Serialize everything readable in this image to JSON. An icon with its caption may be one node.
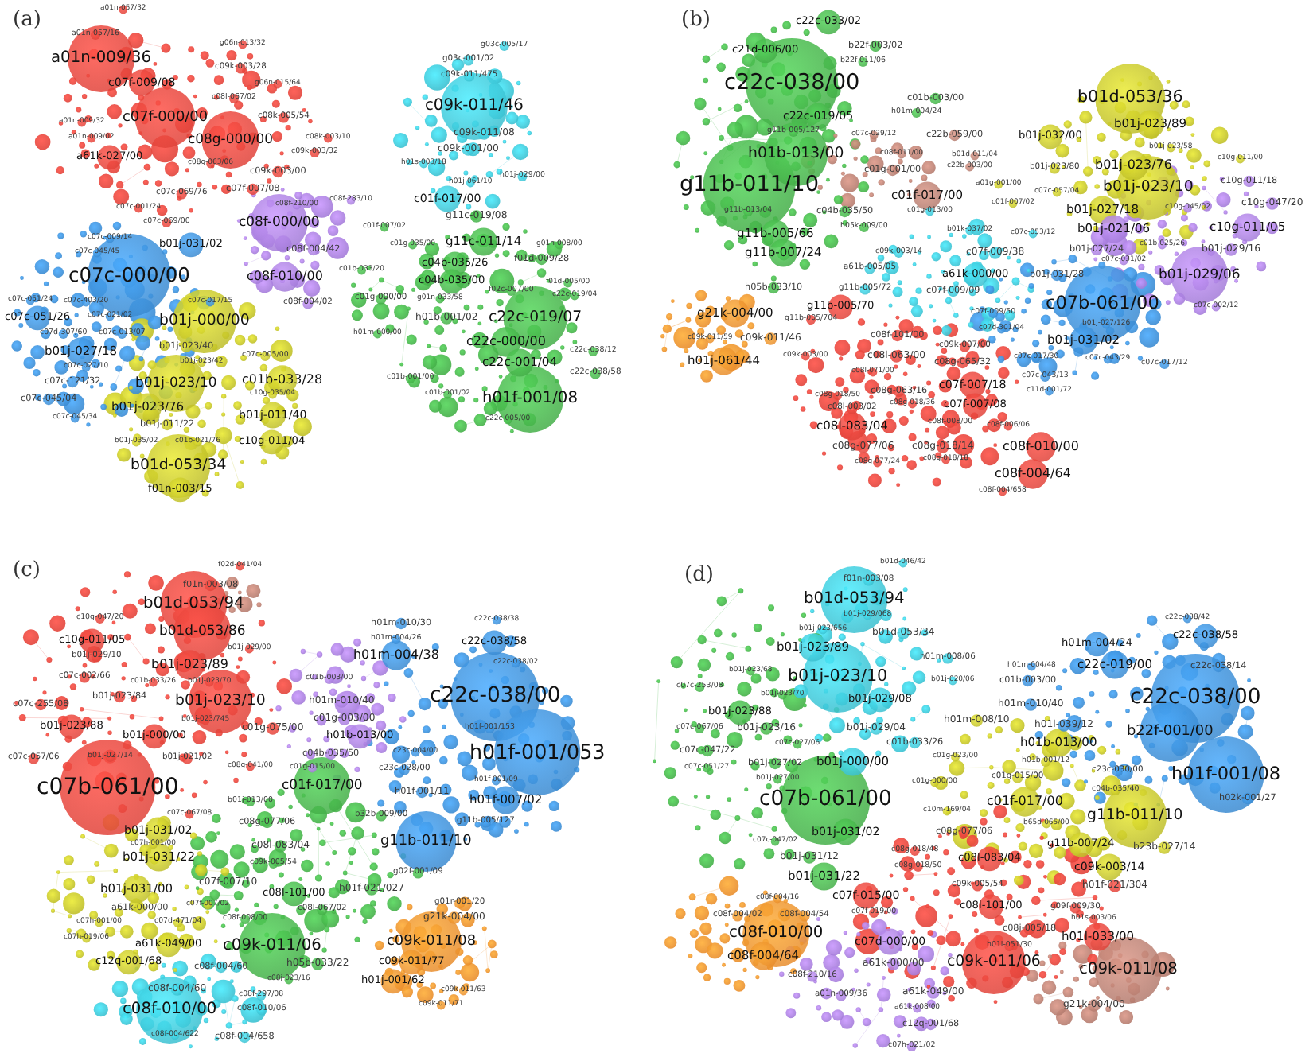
{
  "diagram": {
    "labels": [
      "(a)",
      "a01n-057/32",
      "a01n-057/16",
      "g06n-013/32",
      "a01n-009/36",
      "c09k-003/28",
      "c07f-009/08",
      "g06n-015/64",
      "c08l-067/02",
      "c07f-000/00",
      "c08k-005/54",
      "a01n-009/32",
      "a01n-009/02",
      "c08g-000/00",
      "c08k-003/10",
      "c09k-003/32",
      "a61k-027/00",
      "c08g-063/06",
      "c09k-003/00",
      "c07c-069/76",
      "c07f-007/08",
      "c08f-210/00",
      "c08f-283/10",
      "c07c-001/24",
      "c07c-069/00",
      "c08f-000/00",
      "c07c-009/14",
      "b01j-031/02",
      "c08f-004/42",
      "c07c-045/45",
      "c07c-000/00",
      "c08f-010/00",
      "c01b-033/20",
      "c07c-051/24",
      "c07c-403/20",
      "c07c-017/15",
      "c08f-004/02",
      "c07c-051/26",
      "c07c-021/02",
      "b01j-000/00",
      "c07d-307/60",
      "c07c-013/07",
      "b01j-023/40",
      "b01j-027/18",
      "c07c-005/00",
      "b01j-023/42",
      "c07c-027/10",
      "c01b-033/28",
      "c07c-121/32",
      "b01j-023/10",
      "c10g-035/04",
      "c07c-045/04",
      "b01j-023/76",
      "b01j-011/40",
      "c07c-045/34",
      "b01j-011/22",
      "b01j-035/02",
      "c01b-021/76",
      "c10g-011/04",
      "b01d-053/34",
      "f01n-003/15",
      "g03c-005/17",
      "g03c-001/02",
      "c09k-011/475",
      "c09k-011/46",
      "c09k-011/08",
      "c09k-001/00",
      "h01s-003/18",
      "h01j-029/00",
      "h01j-061/10",
      "c01f-017/00",
      "g11c-019/08",
      "c01f-007/02",
      "g11c-011/14",
      "c01g-035/00",
      "g01n-008/00",
      "f01d-009/28",
      "c04b-035/26",
      "c04b-035/00",
      "f01d-005/00",
      "f02c-007/00",
      "c22c-019/04",
      "c01g-000/00",
      "g01n-033/58",
      "h01b-001/02",
      "c22c-019/07",
      "h01m-000/00",
      "c22c-000/00",
      "c22c-038/12",
      "c22c-001/04",
      "c22c-038/58",
      "c01b-001/00",
      "c01b-001/02",
      "h01f-001/08",
      "c22c-005/00",
      "(b)",
      "c22c-033/02",
      "b22f-003/02",
      "c21d-006/00",
      "b22f-011/06",
      "c22c-038/00",
      "b01d-053/36",
      "c01b-003/00",
      "h01m-004/24",
      "c22c-019/05",
      "b01j-023/89",
      "g11b-005/127",
      "c07c-029/12",
      "c22b-059/00",
      "b01j-032/00",
      "b01j-023/58",
      "h01b-013/00",
      "c08f-011/00",
      "b01d-011/04",
      "c10g-011/00",
      "b01j-023/76",
      "c22b-003/00",
      "b01j-023/80",
      "c01g-001/00",
      "c10g-011/18",
      "a01g-001/00",
      "g11b-011/10",
      "b01j-023/10",
      "c07c-057/04",
      "c01f-017/00",
      "c01f-007/02",
      "c10g-047/20",
      "b01j-027/18",
      "c10g-045/02",
      "g11b-013/04",
      "c04b-035/50",
      "c01g-013/00",
      "h05k-009/00",
      "c10g-011/05",
      "b01j-021/06",
      "b01k-037/02",
      "c07c-053/12",
      "g11b-005/66",
      "c01b-025/26",
      "b01j-027/24",
      "b01j-029/16",
      "c09k-003/14",
      "c07f-009/38",
      "g11b-007/24",
      "c07c-031/02",
      "a61b-005/05",
      "a61k-000/00",
      "b01j-031/28",
      "b01j-029/06",
      "h05b-033/10",
      "g11b-005/72",
      "c07f-009/09",
      "c07b-061/00",
      "g11b-005/70",
      "c07c-002/12",
      "g21k-004/00",
      "c07f-009/50",
      "g11b-005/704",
      "b01j-027/126",
      "c07d-301/04",
      "c08f-101/00",
      "c09k-011/59",
      "c09k-011/46",
      "b01j-031/02",
      "c09k-007/00",
      "c09k-003/00",
      "c08l-063/00",
      "c07c-017/30",
      "c07c-043/29",
      "h01j-061/44",
      "c08g-065/32",
      "c07c-017/12",
      "c08l-071/00",
      "c07c-043/13",
      "c07f-007/18",
      "c08g-063/16",
      "c11d-001/72",
      "c08g-018/50",
      "c08g-018/36",
      "c07f-007/08",
      "c08l-003/02",
      "c08f-008/00",
      "c08l-083/04",
      "c08f-006/06",
      "c08g-077/06",
      "c08g-018/14",
      "c08f-010/00",
      "c08g-018/18",
      "c08g-077/24",
      "c08f-004/64",
      "c08f-004/658",
      "(c)",
      "f02d-041/04",
      "f01n-003/08",
      "b01d-053/94",
      "c10g-047/20",
      "h01m-010/30",
      "c22c-038/38",
      "b01d-053/86",
      "h01m-004/26",
      "c10g-011/05",
      "c22c-038/58",
      "b01j-029/00",
      "h01m-004/38",
      "b01j-029/10",
      "c22c-038/02",
      "b01j-023/89",
      "c07c-002/66",
      "c01b-003/00",
      "c01b-033/26",
      "b01j-023/70",
      "b01j-023/84",
      "c22c-038/00",
      "b01j-023/10",
      "h01m-010/40",
      "c07c-255/08",
      "c01g-003/00",
      "b01j-023/745",
      "b01j-023/88",
      "c01g-075/00",
      "h01f-001/153",
      "b01j-000/00",
      "h01b-013/00",
      "c04b-035/50",
      "c23c-004/00",
      "h01f-001/053",
      "b01j-027/14",
      "c07c-057/06",
      "b01j-021/02",
      "c08g-041/00",
      "c01g-015/00",
      "c23c-028/00",
      "h01f-001/09",
      "c07b-061/00",
      "c01f-017/00",
      "h01f-001/11",
      "h01f-007/02",
      "b01j-013/00",
      "c07c-067/08",
      "b32b-009/00",
      "g11b-005/127",
      "c08g-077/06",
      "b01j-031/02",
      "g11b-011/10",
      "c07h-001/00",
      "c08l-083/04",
      "b01j-031/22",
      "c09k-005/54",
      "g02f-001/09",
      "c07f-007/10",
      "b01j-031/00",
      "h01f-021/027",
      "c08l-101/00",
      "g01r-001/20",
      "a61k-000/00",
      "c07f-007/02",
      "c08l-067/02",
      "g21k-004/00",
      "c07h-001/00",
      "c07d-471/04",
      "c08f-008/00",
      "c07h-019/06",
      "c09k-011/08",
      "a61k-049/00",
      "c09k-011/06",
      "c12q-001/68",
      "c09k-011/77",
      "h05b-033/22",
      "c08f-004/60",
      "c08j-023/16",
      "h01j-001/62",
      "c08f-004/60",
      "c09k-011/63",
      "c08f-297/08",
      "c09k-011/71",
      "c08f-010/00",
      "c08f-010/06",
      "c08f-004/622",
      "c08f-004/658",
      "(d)",
      "b01d-046/42",
      "f01n-003/08",
      "b01d-053/94",
      "b01j-029/068",
      "c22c-038/42",
      "b01j-023/656",
      "b01d-053/34",
      "c22c-038/58",
      "h01m-004/24",
      "b01j-023/89",
      "h01m-008/06",
      "c22c-019/00",
      "h01m-004/48",
      "c22c-038/14",
      "b01j-023/68",
      "b01j-023/10",
      "b01j-020/06",
      "c01b-003/00",
      "c07c-253/08",
      "b01j-023/70",
      "c22c-038/00",
      "b01j-029/08",
      "h01m-010/40",
      "b01j-023/88",
      "h01m-008/10",
      "h01l-039/12",
      "c07c-067/06",
      "b01j-023/16",
      "b01j-029/04",
      "b22f-001/00",
      "c01b-033/26",
      "h01b-013/00",
      "c07c-027/06",
      "c07c-047/22",
      "c01g-023/00",
      "h01b-001/12",
      "b01j-000/00",
      "b01j-027/02",
      "c07c-051/27",
      "c23c-030/00",
      "h01f-001/08",
      "c01g-015/00",
      "b01j-027/00",
      "c01g-000/00",
      "c04b-035/40",
      "h02k-001/27",
      "c07b-061/00",
      "c01f-017/00",
      "c10m-169/04",
      "g11b-011/10",
      "b65d-065/00",
      "b01j-031/02",
      "c08g-077/06",
      "c07c-047/02",
      "g11b-007/24",
      "b23b-027/14",
      "c08g-018/48",
      "b01j-031/12",
      "c08l-083/04",
      "c08g-018/50",
      "c09k-003/14",
      "b01j-031/22",
      "c09k-005/54",
      "h01f-021/304",
      "c07f-015/00",
      "c08f-004/16",
      "c08l-101/00",
      "g09f-009/30",
      "c07f-019/00",
      "c08f-004/02",
      "c08f-004/54",
      "h01s-003/06",
      "c08j-005/18",
      "c08f-010/00",
      "h01l-033/00",
      "c07d-000/00",
      "h01l-051/30",
      "c08f-004/64",
      "c09k-011/06",
      "a61k-000/00",
      "c09k-011/08",
      "c08f-210/16",
      "a61k-049/00",
      "a01n-009/36",
      "g21k-004/00",
      "a61k-008/00",
      "c12q-001/68",
      "c07h-021/02"
    ]
  }
}
